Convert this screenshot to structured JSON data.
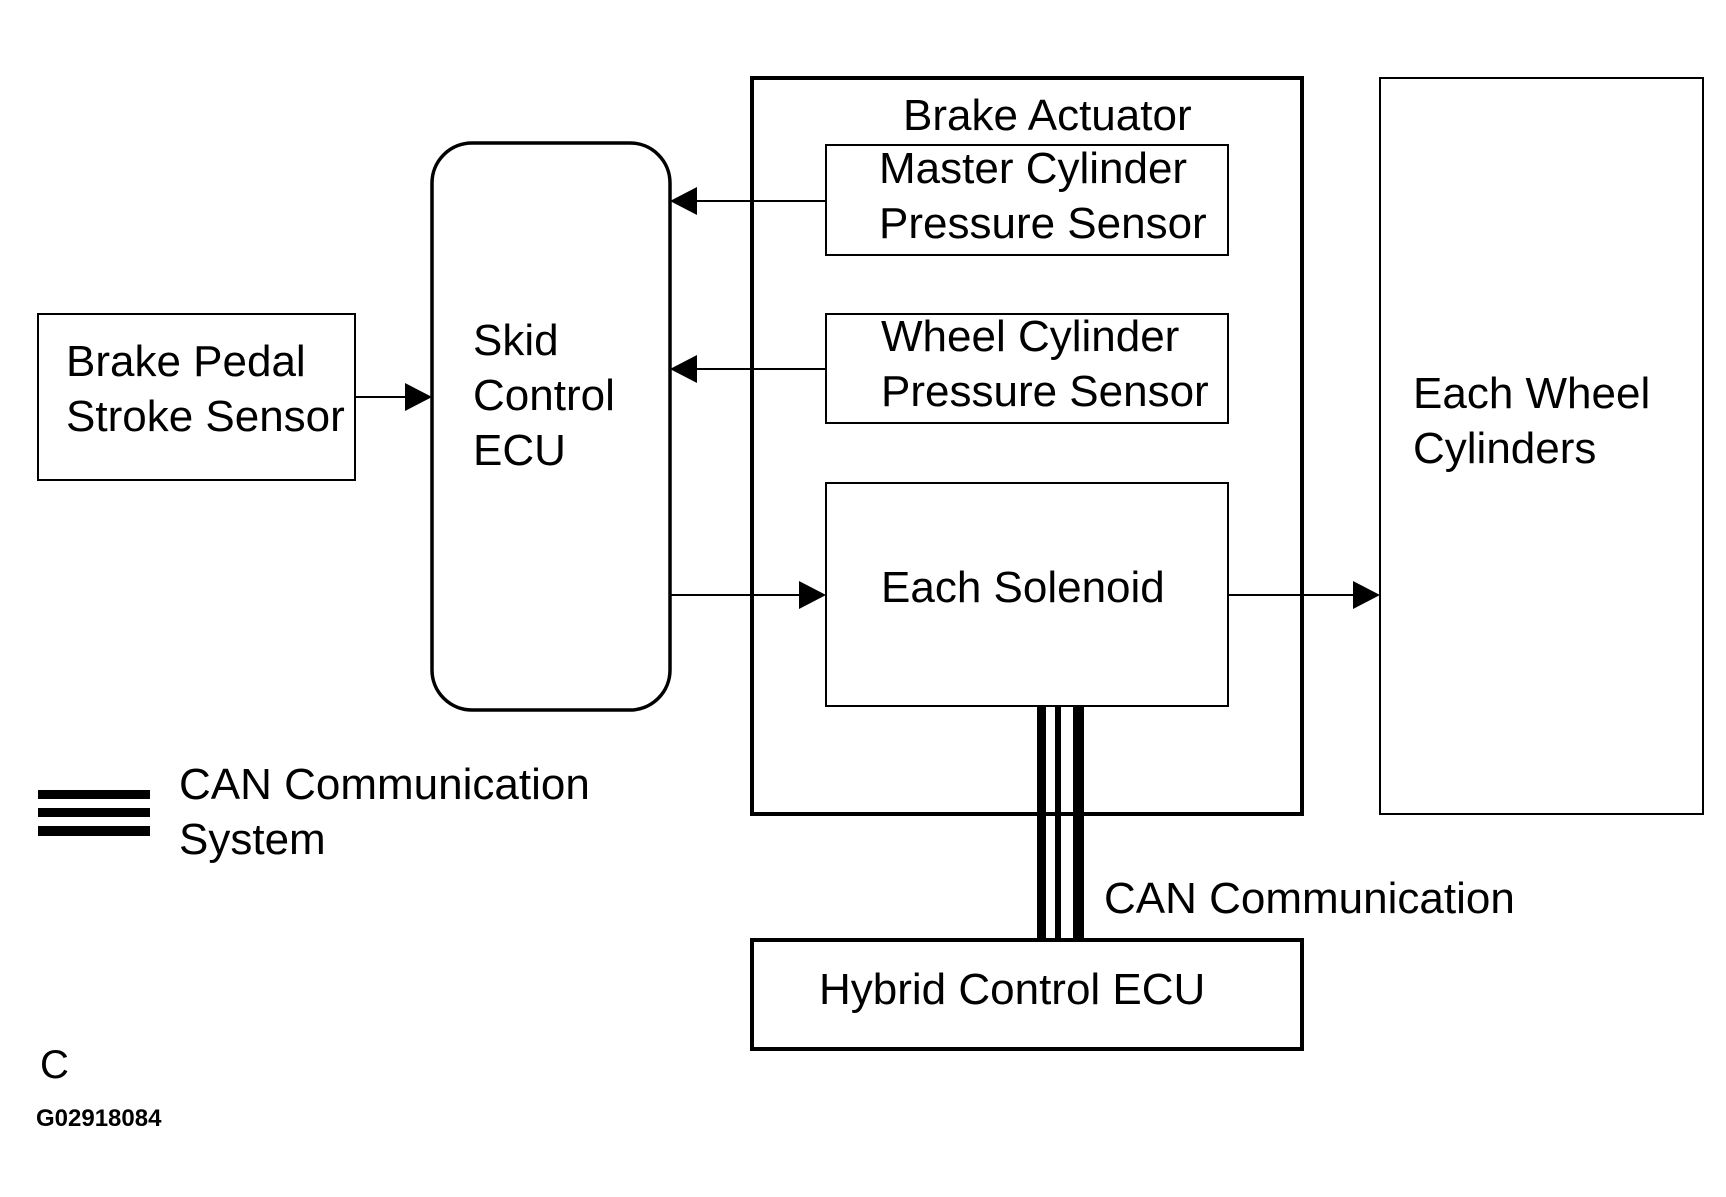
{
  "blocks": {
    "brake_pedal_sensor": "Brake Pedal\nStroke Sensor",
    "skid_control_ecu": "Skid\nControl\nECU",
    "brake_actuator_title": "Brake Actuator",
    "master_cylinder_sensor": "Master Cylinder\nPressure Sensor",
    "wheel_cylinder_sensor": "Wheel Cylinder\nPressure Sensor",
    "each_solenoid": "Each Solenoid",
    "each_wheel_cylinders": "Each Wheel\nCylinders",
    "hybrid_control_ecu": "Hybrid Control ECU"
  },
  "bus": {
    "label": "CAN Communication"
  },
  "legend": {
    "label": "CAN Communication\nSystem"
  },
  "footer": {
    "letter": "C",
    "figure_code": "G02918084"
  },
  "colors": {
    "line": "#000000",
    "background": "#ffffff"
  }
}
